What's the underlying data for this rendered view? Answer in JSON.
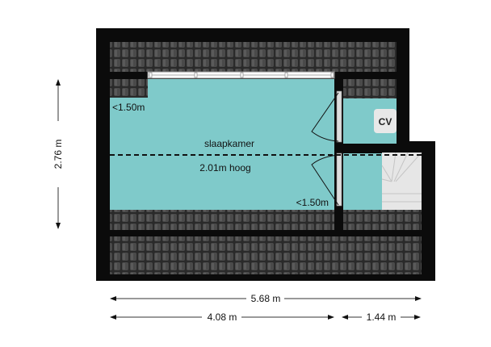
{
  "floorplan": {
    "room_label": "slaapkamer",
    "ceiling_height": "2.01m hoog",
    "low_ceiling_left": "<1.50m",
    "low_ceiling_right": "<1.50m",
    "cv_label": "CV"
  },
  "dimensions": {
    "height": "2.76 m",
    "total_width": "5.68 m",
    "left_width": "4.08 m",
    "right_width": "1.44 m"
  },
  "colors": {
    "floor": "#7fcaca",
    "wall": "#0b0b0b",
    "roof_tile": "#3a3a3a"
  }
}
